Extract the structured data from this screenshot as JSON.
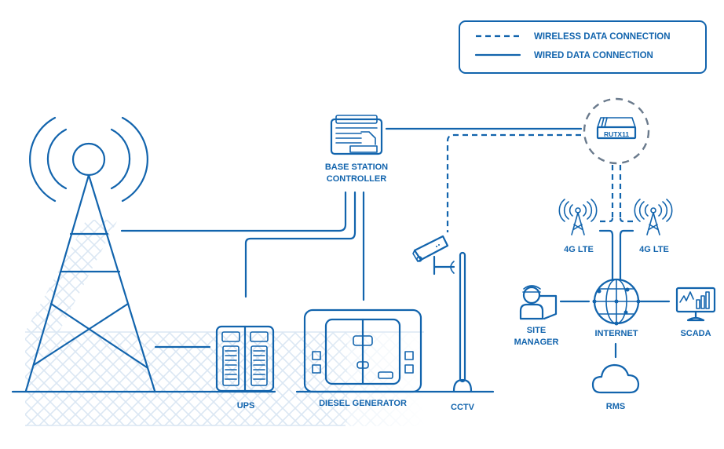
{
  "legend": {
    "wireless_label": "WIRELESS DATA CONNECTION",
    "wired_label": "WIRED DATA CONNECTION"
  },
  "nodes": {
    "bsc": {
      "line1": "BASE STATION",
      "line2": "CONTROLLER",
      "icon": "controller-icon"
    },
    "router": {
      "label": "RUTX11",
      "icon": "router-icon"
    },
    "lte_left": {
      "label": "4G LTE",
      "icon": "cell-tower-icon"
    },
    "lte_right": {
      "label": "4G LTE",
      "icon": "cell-tower-icon"
    },
    "ups": {
      "label": "UPS",
      "icon": "ups-icon"
    },
    "generator": {
      "label": "DIESEL GENERATOR",
      "icon": "generator-icon"
    },
    "cctv": {
      "label": "CCTV",
      "icon": "camera-icon"
    },
    "site_manager": {
      "line1": "SITE",
      "line2": "MANAGER",
      "icon": "user-laptop-icon"
    },
    "internet": {
      "label": "INTERNET",
      "icon": "globe-icon"
    },
    "scada": {
      "label": "SCADA",
      "icon": "monitor-chart-icon"
    },
    "rms": {
      "label": "RMS",
      "icon": "cloud-icon"
    },
    "tower": {
      "icon": "base-station-tower-icon"
    }
  },
  "colors": {
    "primary": "#1264ad",
    "router_ring": "#6a7a8c",
    "fence": "#dbe7f3"
  }
}
